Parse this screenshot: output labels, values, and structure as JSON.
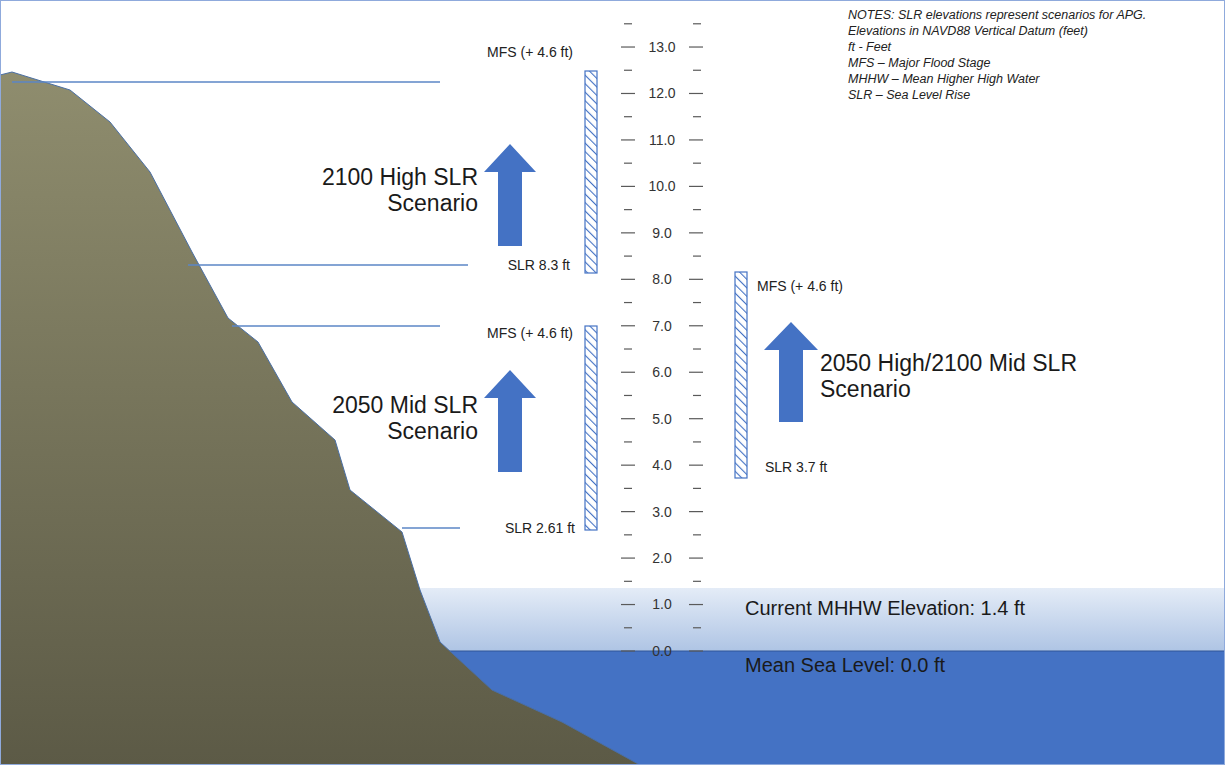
{
  "diagram": {
    "labels": [
      "NOTES: SLR elevations represent scenarios for APG.",
      "Elevations in NAVD88 Vertical Datum (feet)",
      "ft - Feet",
      "MFS – Major Flood Stage",
      "MHHW – Mean Higher High Water",
      "SLR – Sea Level Rise",
      "13.0",
      "12.0",
      "11.0",
      "10.0",
      "9.0",
      "8.0",
      "7.0",
      "6.0",
      "5.0",
      "4.0",
      "3.0",
      "2.0",
      "1.0",
      "0.0",
      "MFS (+ 4.6 ft)",
      "SLR 8.3 ft",
      "MFS (+ 4.6 ft)",
      "SLR 2.61 ft",
      "MFS (+ 4.6 ft)",
      "SLR 3.7 ft",
      "2100 High SLR Scenario",
      "2050 Mid SLR Scenario",
      "2050 High/2100 Mid SLR Scenario",
      "Current MHHW Elevation: 1.4 ft",
      "Mean Sea Level: 0.0 ft"
    ]
  }
}
